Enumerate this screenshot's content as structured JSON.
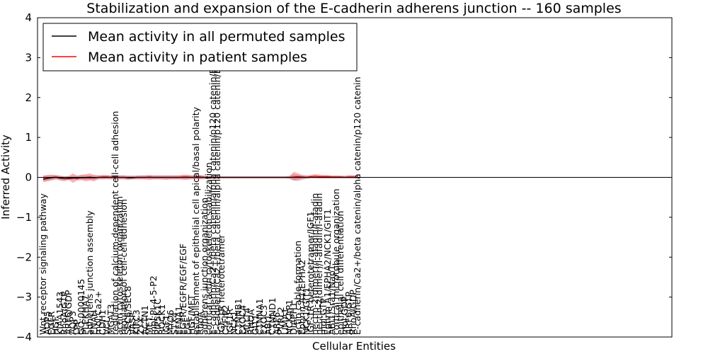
{
  "chart_data": {
    "type": "line",
    "title": "Stabilization and expansion of the E-cadherin adherens junction -- 160 samples",
    "xlabel": "Cellular Entities",
    "ylabel": "Inferred Activity",
    "ylim": [
      -4,
      4
    ],
    "yticks": [
      -4,
      -3,
      -2,
      -1,
      0,
      1,
      2,
      3,
      4
    ],
    "grid": false,
    "legend_position": "top-left",
    "categories": [
      "Wnt receptor signaling pathway",
      "AQP5",
      "EGFR",
      "HGF",
      "KIAA1543",
      "RhoA/GTP",
      "ARF6/GDP",
      "AQP3",
      "LPP",
      "GO:0000145",
      "PLEKHA7",
      "adherens junction assembly",
      "ENAH",
      "mol:Ca2+",
      "CDH1",
      "VCL",
      "MGAT3",
      "regulation of calcium-dependent cell-cell adhesion",
      "actin cytoskeleton organization",
      "regulation of cell-cell adhesion",
      "SEC6/SEC8",
      "VASP",
      "KIFC3",
      "ZYX",
      "ACTN1",
      "MET",
      "mol:PI-4-5-P2",
      "PIP5K1C",
      "ROCK1",
      "IGF1",
      "MYO6",
      "STX4",
      "EFNA1",
      "EGFR/EGFR/EGF/EGF",
      "EGF",
      "HGF/MET",
      "establishment of epithelial cell apical/basal polarity",
      "RhoA",
      "adherens junction organization",
      "cortical actin cytoskeleton stabilization",
      "E-cadherin/Ca2+/beta catenin/alpha catenin/p120 catenin/EPLIN",
      "E-cadherin/Ca2+/beta catenin/alpha catenin/p120 catenin/EPLIN/actin",
      "IGF-1R heterotetramer",
      "CYFIP2",
      "IGF1R",
      "NCK1",
      "CTNNB1",
      "EXOC4",
      "MLLT4",
      "RHOA",
      "GIT1",
      "CTNNA1",
      "EXOC3",
      "ABI1",
      "CTNND1",
      "ARF6",
      "PVRL2",
      "LIMA1",
      "NCKAP1",
      "DIAPH1",
      "actin cable formation",
      "Ephrin A1/EPHA2",
      "NCK1/GIT1",
      "IGF-1R heterotetramer/IGF1",
      "nectin-2(dimer)/I-afadin/I-afadin",
      "nectin-2(dimer)/I-afadin/I-afadin",
      "mol:GTP",
      "Ephrin A1/EPHA2/NCK1/GIT1",
      "ABI1/Sra1/Nap1",
      "cortical microtubule organization",
      "epithelial cell differentiation",
      "mol:GDP",
      "ARF6/GTP",
      "RhoA/GDP",
      "E-cadherin/Ca2+/beta catenin/alpha catenin/p120 catenin"
    ],
    "series": [
      {
        "name": "Mean activity in all permuted samples",
        "color": "#000000",
        "values": [
          -0.05,
          -0.03,
          -0.01,
          0.0,
          -0.02,
          -0.03,
          -0.03,
          -0.02,
          -0.01,
          -0.01,
          -0.01,
          -0.01,
          -0.01,
          0.0,
          0.0,
          0.0,
          0.0,
          0.0,
          0.0,
          0.0,
          -0.01,
          -0.01,
          0.0,
          0.0,
          0.0,
          0.0,
          0.0,
          0.0,
          0.0,
          0.0,
          0.0,
          0.0,
          0.0,
          0.0,
          0.0,
          0.0,
          0.0,
          0.0,
          0.0,
          0.0,
          0.0,
          0.0,
          0.0,
          0.0,
          0.0,
          0.0,
          0.0,
          0.0,
          0.0,
          0.0,
          0.0,
          0.0,
          0.0,
          0.0,
          0.0,
          0.0,
          0.0,
          0.0,
          0.0,
          0.0,
          0.0,
          0.0,
          0.0,
          0.0,
          0.0,
          0.0,
          0.0,
          0.0,
          0.0,
          0.0,
          0.0,
          0.0,
          0.0,
          0.0,
          0.0
        ]
      },
      {
        "name": "Mean activity in patient samples",
        "color": "#ff0000",
        "values": [
          -0.03,
          -0.02,
          0.0,
          0.01,
          -0.01,
          -0.03,
          -0.02,
          -0.01,
          -0.03,
          0.0,
          0.0,
          0.01,
          -0.01,
          0.0,
          0.01,
          0.01,
          0.0,
          0.01,
          0.0,
          0.0,
          0.0,
          0.0,
          0.0,
          0.0,
          0.0,
          0.01,
          0.0,
          0.0,
          0.0,
          0.0,
          0.0,
          0.0,
          0.0,
          0.01,
          0.01,
          0.0,
          0.01,
          0.01,
          0.0,
          0.0,
          0.0,
          0.0,
          0.0,
          0.0,
          0.0,
          0.0,
          0.0,
          0.0,
          0.0,
          0.0,
          0.0,
          0.0,
          0.0,
          0.0,
          0.0,
          0.0,
          0.0,
          0.0,
          0.0,
          0.01,
          0.02,
          0.01,
          0.0,
          0.02,
          0.03,
          0.02,
          0.02,
          0.02,
          0.01,
          0.01,
          0.01,
          0.0,
          0.01,
          0.01,
          0.0
        ],
        "band_lower": [
          -0.12,
          -0.1,
          -0.08,
          -0.05,
          -0.08,
          -0.1,
          -0.06,
          -0.14,
          -0.08,
          -0.07,
          -0.1,
          -0.08,
          -0.1,
          -0.05,
          -0.05,
          -0.04,
          -0.05,
          -0.05,
          -0.05,
          -0.05,
          -0.06,
          -0.04,
          -0.05,
          -0.05,
          -0.05,
          -0.06,
          -0.05,
          -0.05,
          -0.05,
          -0.06,
          -0.05,
          -0.05,
          -0.05,
          -0.06,
          -0.06,
          -0.04,
          -0.05,
          -0.05,
          -0.04,
          -0.03,
          -0.03,
          -0.03,
          -0.02,
          -0.02,
          -0.02,
          -0.02,
          -0.02,
          -0.02,
          -0.02,
          -0.02,
          -0.02,
          -0.02,
          -0.02,
          -0.02,
          -0.02,
          -0.02,
          -0.02,
          -0.02,
          -0.03,
          -0.08,
          -0.06,
          -0.04,
          -0.03,
          -0.01,
          -0.01,
          -0.02,
          -0.02,
          -0.02,
          -0.02,
          -0.02,
          -0.02,
          -0.02,
          -0.02,
          -0.02,
          -0.02
        ],
        "band_upper": [
          0.04,
          0.06,
          0.07,
          0.06,
          0.04,
          0.02,
          0.03,
          0.1,
          0.04,
          0.07,
          0.08,
          0.1,
          0.06,
          0.05,
          0.06,
          0.06,
          0.04,
          0.05,
          0.05,
          0.05,
          0.04,
          0.04,
          0.04,
          0.05,
          0.05,
          0.06,
          0.05,
          0.05,
          0.05,
          0.05,
          0.05,
          0.05,
          0.05,
          0.07,
          0.07,
          0.05,
          0.06,
          0.06,
          0.04,
          0.03,
          0.03,
          0.03,
          0.02,
          0.02,
          0.02,
          0.02,
          0.02,
          0.02,
          0.02,
          0.02,
          0.02,
          0.02,
          0.02,
          0.02,
          0.02,
          0.02,
          0.02,
          0.02,
          0.03,
          0.14,
          0.1,
          0.06,
          0.05,
          0.06,
          0.08,
          0.07,
          0.06,
          0.06,
          0.05,
          0.05,
          0.05,
          0.04,
          0.06,
          0.06,
          0.04
        ]
      },
      {
        "name": "",
        "color": "#bbbbcc",
        "values": [],
        "band_lower": [
          -0.1,
          -0.08,
          -0.06,
          -0.05,
          -0.06,
          -0.07,
          -0.07,
          -0.06,
          -0.06,
          -0.06,
          -0.06,
          -0.06,
          -0.06,
          -0.05,
          -0.05,
          -0.05,
          -0.05,
          -0.05,
          -0.05,
          -0.05,
          -0.06,
          -0.06,
          -0.05,
          -0.05,
          -0.05,
          -0.05,
          -0.05,
          -0.05,
          -0.05,
          -0.05,
          -0.05,
          -0.05,
          -0.05,
          -0.05,
          -0.05,
          -0.05,
          -0.05,
          -0.05,
          -0.04,
          -0.04,
          -0.04,
          -0.04,
          -0.03,
          -0.03,
          -0.03,
          -0.03,
          -0.03,
          -0.03,
          -0.03,
          -0.03,
          -0.03,
          -0.03,
          -0.03,
          -0.03,
          -0.03,
          -0.03,
          -0.03,
          -0.03,
          -0.04,
          -0.08,
          -0.1,
          -0.06,
          -0.04,
          -0.03,
          -0.03,
          -0.03,
          -0.03,
          -0.03,
          -0.03,
          -0.03,
          -0.03,
          -0.03,
          -0.03,
          -0.03,
          -0.03
        ],
        "band_upper": [
          0.05,
          0.05,
          0.05,
          0.05,
          0.04,
          0.03,
          0.03,
          0.04,
          0.04,
          0.05,
          0.05,
          0.05,
          0.05,
          0.05,
          0.05,
          0.05,
          0.05,
          0.05,
          0.05,
          0.05,
          0.04,
          0.04,
          0.05,
          0.05,
          0.05,
          0.05,
          0.05,
          0.05,
          0.05,
          0.05,
          0.05,
          0.05,
          0.05,
          0.05,
          0.05,
          0.05,
          0.05,
          0.05,
          0.04,
          0.04,
          0.04,
          0.04,
          0.03,
          0.03,
          0.03,
          0.03,
          0.03,
          0.03,
          0.03,
          0.03,
          0.03,
          0.03,
          0.03,
          0.03,
          0.03,
          0.03,
          0.03,
          0.03,
          0.04,
          0.08,
          0.06,
          0.05,
          0.04,
          0.03,
          0.03,
          0.03,
          0.03,
          0.03,
          0.03,
          0.03,
          0.03,
          0.03,
          0.03,
          0.03,
          0.03
        ]
      }
    ]
  }
}
